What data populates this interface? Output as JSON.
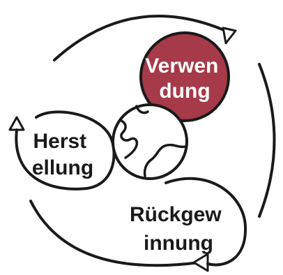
{
  "diagram": {
    "stages": [
      {
        "id": "production",
        "line1": "Herst",
        "line2": "ellung"
      },
      {
        "id": "use",
        "line1": "Verwen",
        "line2": "dung"
      },
      {
        "id": "recovery",
        "line1": "Rückgew",
        "line2": "innung"
      }
    ],
    "highlight_color": "#a63a48",
    "stroke_color": "#1a1a1a",
    "globe_icon": "globe-icon",
    "arrow_icon": "arrowhead-icon"
  }
}
